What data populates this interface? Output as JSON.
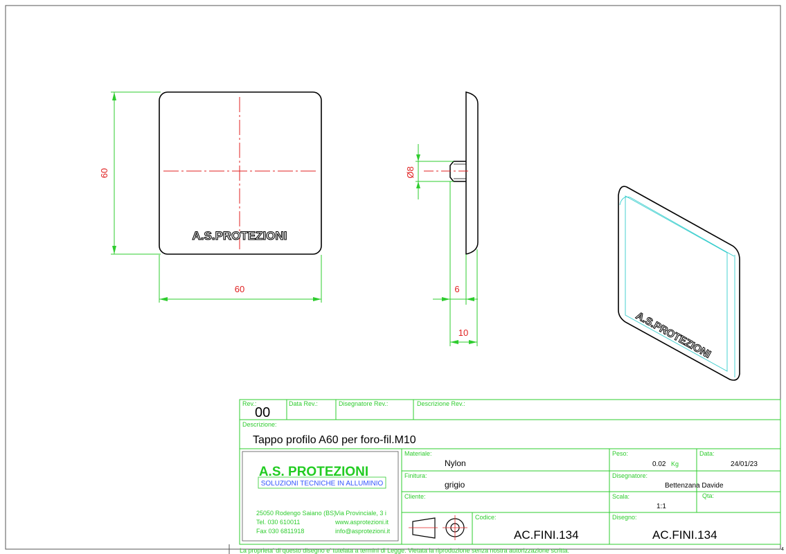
{
  "dimensions": {
    "front_height": "60",
    "front_width": "60",
    "side_diameter": "Ø8",
    "side_depth": "6",
    "side_total": "10"
  },
  "logo_embossed": "A.S.PROTEZIONI",
  "title_block": {
    "rev_label": "Rev.:",
    "rev_value": "00",
    "data_rev_label": "Data Rev.:",
    "disegnatore_rev_label": "Disegnatore Rev.:",
    "descrizione_rev_label": "Descrizione Rev.:",
    "descrizione_label": "Descrizione:",
    "descrizione_value": "Tappo profilo A60 per foro-fil.M10",
    "company_name": "A.S. PROTEZIONI",
    "company_tagline": "SOLUZIONI TECNICHE IN ALLUMINIO",
    "company_address": "25050 Rodengo Saiano (BS)",
    "company_street": "Via Provinciale, 3 i",
    "company_tel": "Tel.  030 610011",
    "company_web": "www.asprotezioni.it",
    "company_fax": "Fax  030 6811918",
    "company_email": "info@asprotezioni.it",
    "materiale_label": "Materiale:",
    "materiale_value": "Nylon",
    "finitura_label": "Finitura:",
    "finitura_value": "grigio",
    "cliente_label": "Cliente:",
    "codice_label": "Codice:",
    "codice_value": "AC.FINI.134",
    "peso_label": "Peso:",
    "peso_value": "0.02",
    "peso_unit": "Kg",
    "data_label": "Data:",
    "data_value": "24/01/23",
    "disegnatore_label": "Disegnatore:",
    "disegnatore_value": "Bettenzana Davide",
    "scala_label": "Scala:",
    "scala_value": "1:1",
    "qta_label": "Qta:",
    "disegno_label": "Disegno:",
    "disegno_value": "AC.FINI.134"
  },
  "footer_note": "La proprieta' di questo disegno e' tutelata a termini di Legge.  Vietata la riproduzione senza nostra autorizzazione scritta.",
  "sheet_size": "4"
}
